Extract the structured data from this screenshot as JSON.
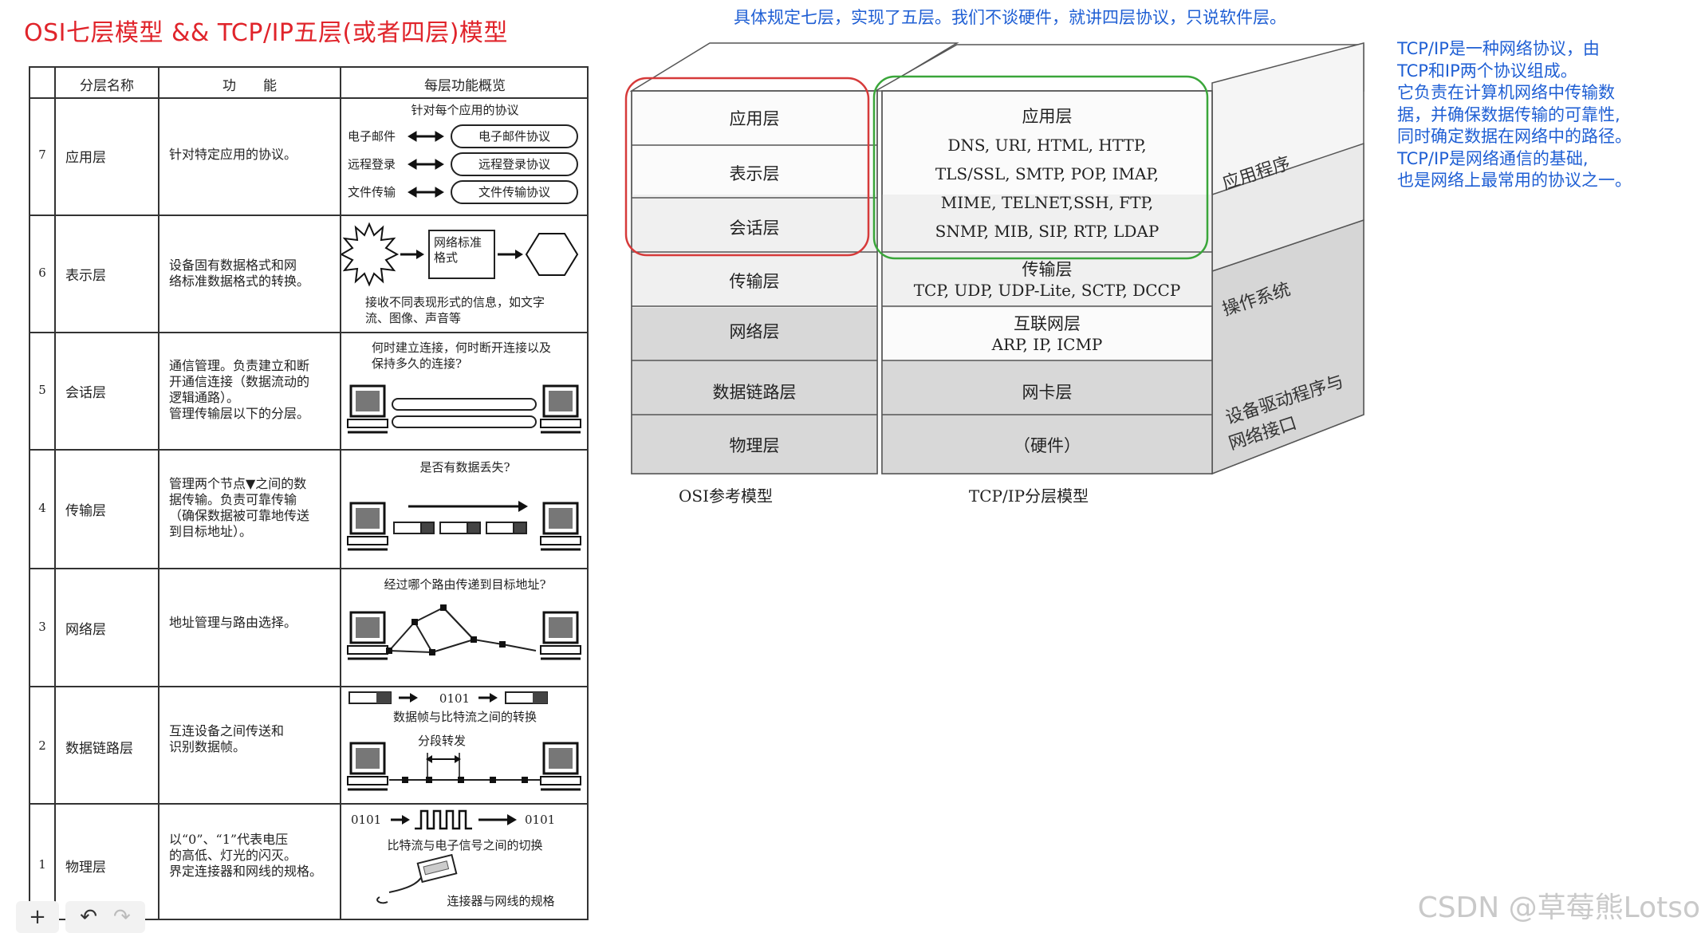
{
  "title": "OSI七层模型 && TCP/IP五层(或者四层)模型",
  "top_note": "具体规定七层，实现了五层。我们不谈硬件，就讲四层协议，只说软件层。",
  "side_note": [
    "TCP/IP是一种网络协议，由",
    "TCP和IP两个协议组成。",
    "它负责在计算机网络中传输数",
    "据，并确保数据传输的可靠性,",
    "同时确定数据在网络中的路径。",
    "TCP/IP是网络通信的基础,",
    "也是网络上最常用的协议之一。"
  ],
  "watermark": "CSDN @草莓熊Lotso",
  "table": {
    "headers": [
      "分层名称",
      "功　　能",
      "每层功能概览"
    ],
    "rows": [
      {
        "num": "7",
        "name": "应用层",
        "func": [
          "针对特定应用的协议。"
        ],
        "overview": {
          "top": "针对每个应用的协议",
          "pairs": [
            [
              "电子邮件",
              "电子邮件协议"
            ],
            [
              "远程登录",
              "远程登录协议"
            ],
            [
              "文件传输",
              "文件传输协议"
            ]
          ]
        }
      },
      {
        "num": "6",
        "name": "表示层",
        "func": [
          "设备固有数据格式和网",
          "络标准数据格式的转换。"
        ],
        "overview": {
          "box": [
            "网络标准",
            "格式"
          ],
          "caption": [
            "接收不同表现形式的信息，如文字",
            "流、图像、声音等"
          ]
        }
      },
      {
        "num": "5",
        "name": "会话层",
        "func": [
          "通信管理。负责建立和断",
          "开通信连接（数据流动的",
          "逻辑通路）。",
          "管理传输层以下的分层。"
        ],
        "overview": {
          "caption": [
            "何时建立连接，何时断开连接以及",
            "保持多久的连接?"
          ]
        }
      },
      {
        "num": "4",
        "name": "传输层",
        "func": [
          "管理两个节点▼之间的数",
          "据传输。负责可靠传输",
          "（确保数据被可靠地传送",
          "到目标地址）。"
        ],
        "overview": {
          "caption": [
            "是否有数据丢失?"
          ]
        }
      },
      {
        "num": "3",
        "name": "网络层",
        "func": [
          "地址管理与路由选择。"
        ],
        "overview": {
          "caption": [
            "经过哪个路由传递到目标地址?"
          ]
        }
      },
      {
        "num": "2",
        "name": "数据链路层",
        "func": [
          "互连设备之间传送和",
          "识别数据帧。"
        ],
        "overview": {
          "bits": "0101",
          "caption": [
            "数据帧与比特流之间的转换"
          ],
          "sub": "分段转发"
        }
      },
      {
        "num": "1",
        "name": "物理层",
        "func": [
          "以“0”、“1”代表电压",
          "的高低、灯光的闪灭。",
          "界定连接器和网线的规格。"
        ],
        "overview": {
          "bits_left": "0101",
          "bits_right": "0101",
          "caption": [
            "比特流与电子信号之间的切换"
          ],
          "sub": "连接器与网线的规格"
        }
      }
    ]
  },
  "diagram": {
    "osi_layers": [
      "应用层",
      "表示层",
      "会话层",
      "传输层",
      "网络层",
      "数据链路层",
      "物理层"
    ],
    "tcp_app_title": "应用层",
    "tcp_app_protocols": [
      "DNS, URI, HTML, HTTP,",
      "TLS/SSL, SMTP, POP, IMAP,",
      "MIME, TELNET,SSH, FTP,",
      "SNMP, MIB, SIP, RTP, LDAP"
    ],
    "tcp_transport_title": "传输层",
    "tcp_transport_protocols": "TCP, UDP, UDP-Lite, SCTP, DCCP",
    "tcp_network_title": "互联网层",
    "tcp_network_protocols": "ARP, IP, ICMP",
    "tcp_datalink": "网卡层",
    "tcp_physical": "（硬件）",
    "side_labels": [
      "应用程序",
      "操作系统",
      "设备驱动程序与",
      "网络接口"
    ],
    "caption_osi": "OSI参考模型",
    "caption_tcp": "TCP/IP分层模型"
  },
  "toolbar": {
    "add": "+",
    "undo": "↶",
    "redo": "↷"
  },
  "colors": {
    "red_title": "#e0242b",
    "blue_note": "#1f5fd4",
    "red_box": "#d63a3a",
    "green_box": "#3aa63a",
    "gray_layer": "#d8d8d8"
  }
}
